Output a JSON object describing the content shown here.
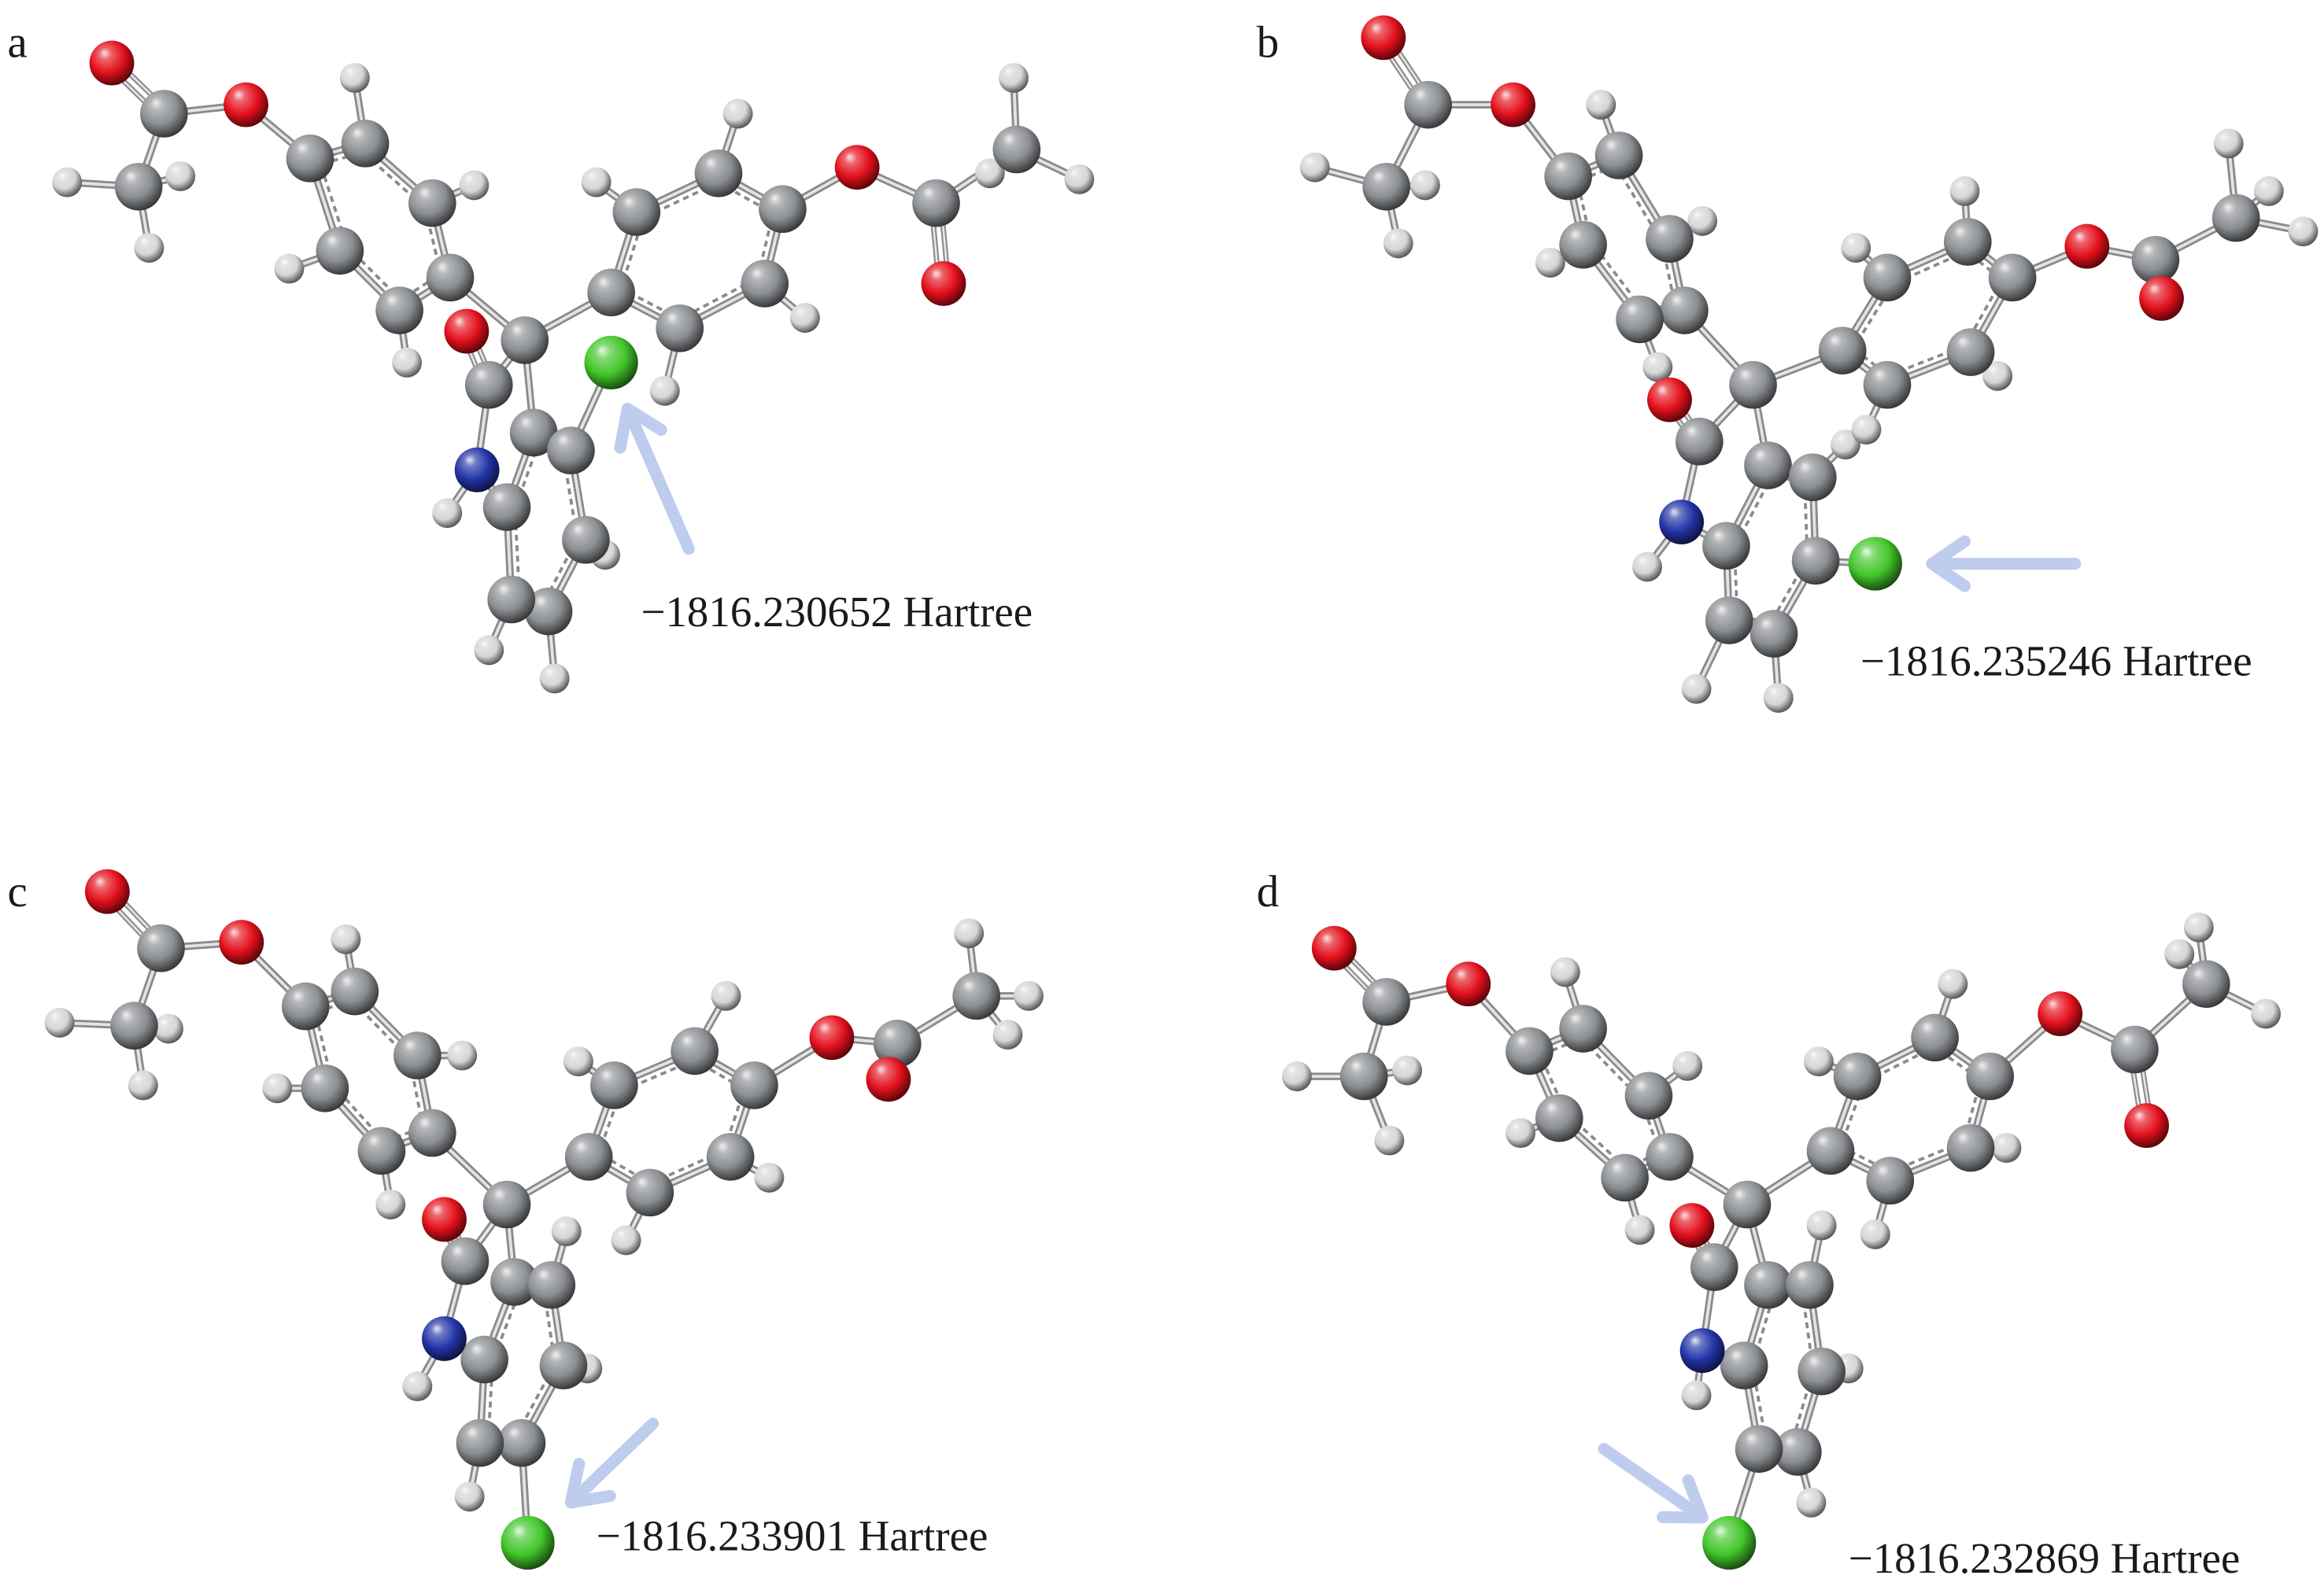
{
  "figure": {
    "panels": [
      {
        "label": "a",
        "energy": "−1816.230652 Hartree"
      },
      {
        "label": "b",
        "energy": "−1816.235246 Hartree"
      },
      {
        "label": "c",
        "energy": "−1816.233901 Hartree"
      },
      {
        "label": "d",
        "energy": "−1816.232869 Hartree"
      }
    ]
  },
  "colors": {
    "carbon": "#8b8e92",
    "hydrogen": "#d6d6d6",
    "oxygen": "#e3101c",
    "nitrogen": "#2233a6",
    "chlorine": "#42c62a",
    "bond_outline": "#8a8a8a",
    "bond_fill": "#e4e4e4",
    "arrow": "#b7c7ec",
    "text": "#1a1a1a",
    "background": "#ffffff"
  }
}
